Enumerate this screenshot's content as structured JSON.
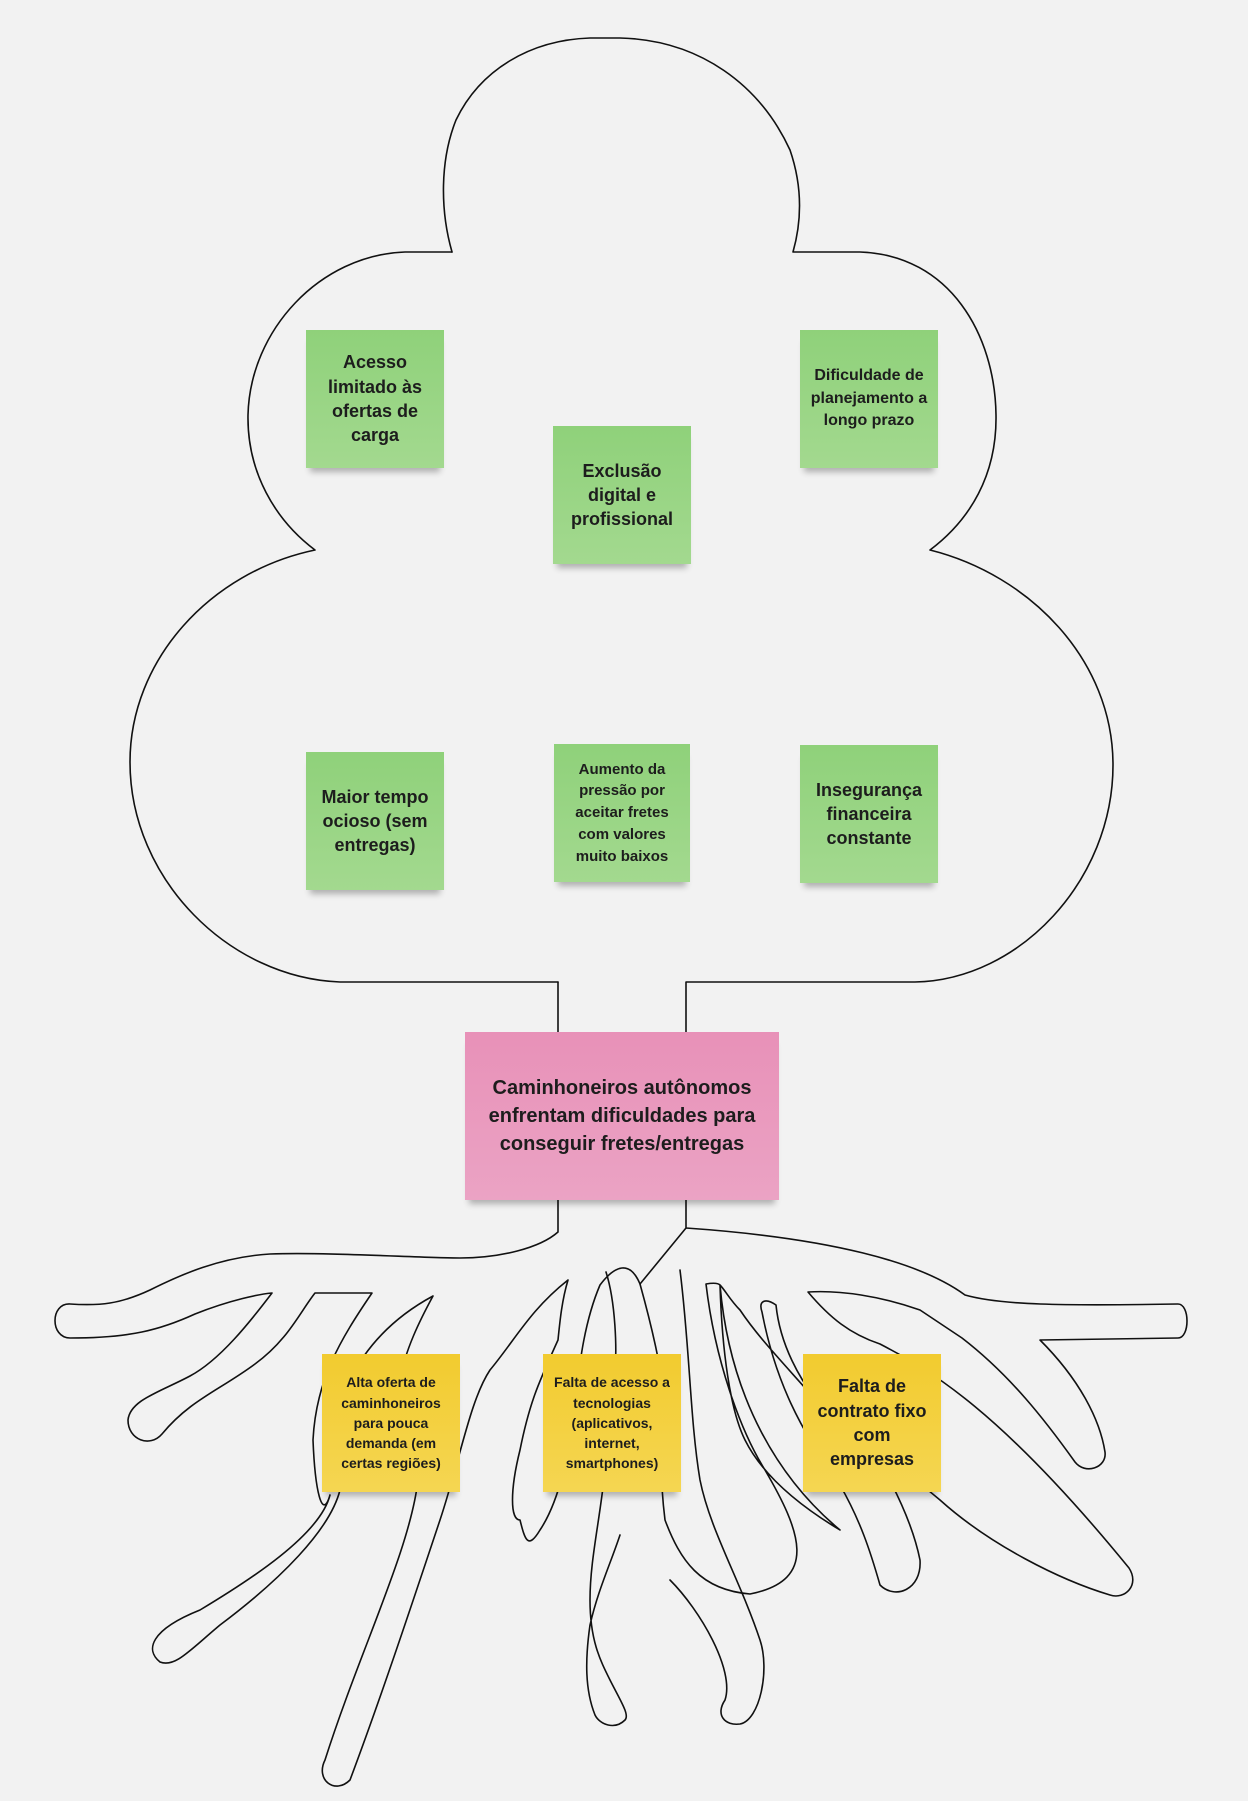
{
  "diagram": {
    "type": "problem-tree",
    "colors": {
      "effects": "#97d482",
      "core_problem": "#ea9bc0",
      "causes": "#f4d040",
      "outline": "#111111",
      "background": "#f2f2f2"
    },
    "effects": [
      "Acesso limitado às ofertas de carga",
      "Dificuldade de planejamento a longo prazo",
      "Exclusão digital e profissional",
      "Maior tempo ocioso (sem entregas)",
      "Aumento da pressão por aceitar fretes com valores muito baixos",
      "Insegurança financeira constante"
    ],
    "core_problem": "Caminhoneiros autônomos enfrentam dificuldades para conseguir fretes/entregas",
    "causes": [
      "Alta oferta de caminhoneiros para pouca demanda (em certas regiões)",
      "Falta de acesso a tecnologias (aplicativos, internet, smartphones)",
      "Falta de contrato fixo com empresas"
    ]
  }
}
